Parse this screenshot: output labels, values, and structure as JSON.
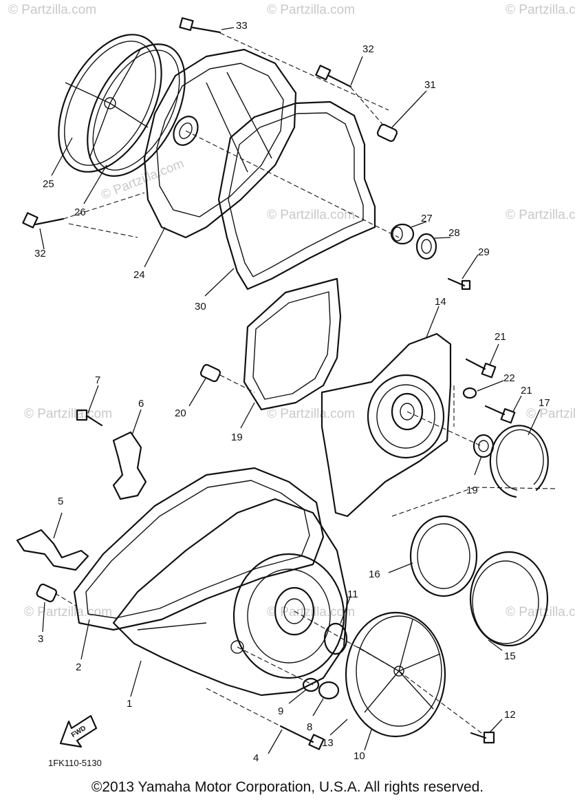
{
  "watermark": "© Partzilla.com",
  "callouts": [
    {
      "id": "c33",
      "label": "33"
    },
    {
      "id": "c32a",
      "label": "32"
    },
    {
      "id": "c31",
      "label": "31"
    },
    {
      "id": "c25",
      "label": "25"
    },
    {
      "id": "c26",
      "label": "26"
    },
    {
      "id": "c32b",
      "label": "32"
    },
    {
      "id": "c24",
      "label": "24"
    },
    {
      "id": "c30",
      "label": "30"
    },
    {
      "id": "c27",
      "label": "27"
    },
    {
      "id": "c28",
      "label": "28"
    },
    {
      "id": "c29",
      "label": "29"
    },
    {
      "id": "c14",
      "label": "14"
    },
    {
      "id": "c21a",
      "label": "21"
    },
    {
      "id": "c22",
      "label": "22"
    },
    {
      "id": "c21b",
      "label": "21"
    },
    {
      "id": "c17",
      "label": "17"
    },
    {
      "id": "c7",
      "label": "7"
    },
    {
      "id": "c6",
      "label": "6"
    },
    {
      "id": "c20",
      "label": "20"
    },
    {
      "id": "c19a",
      "label": "19"
    },
    {
      "id": "c19b",
      "label": "19"
    },
    {
      "id": "c5",
      "label": "5"
    },
    {
      "id": "c16",
      "label": "16"
    },
    {
      "id": "c11",
      "label": "11"
    },
    {
      "id": "c3",
      "label": "3"
    },
    {
      "id": "c2",
      "label": "2"
    },
    {
      "id": "c15",
      "label": "15"
    },
    {
      "id": "c1",
      "label": "1"
    },
    {
      "id": "c9",
      "label": "9"
    },
    {
      "id": "c8",
      "label": "8"
    },
    {
      "id": "c13",
      "label": "13"
    },
    {
      "id": "c12",
      "label": "12"
    },
    {
      "id": "c10",
      "label": "10"
    },
    {
      "id": "c4",
      "label": "4"
    }
  ],
  "fwd_label": "FWD",
  "diagram_code": "1FK110-5130",
  "copyright": "©2013 Yamaha Motor Corporation, U.S.A. All rights reserved."
}
